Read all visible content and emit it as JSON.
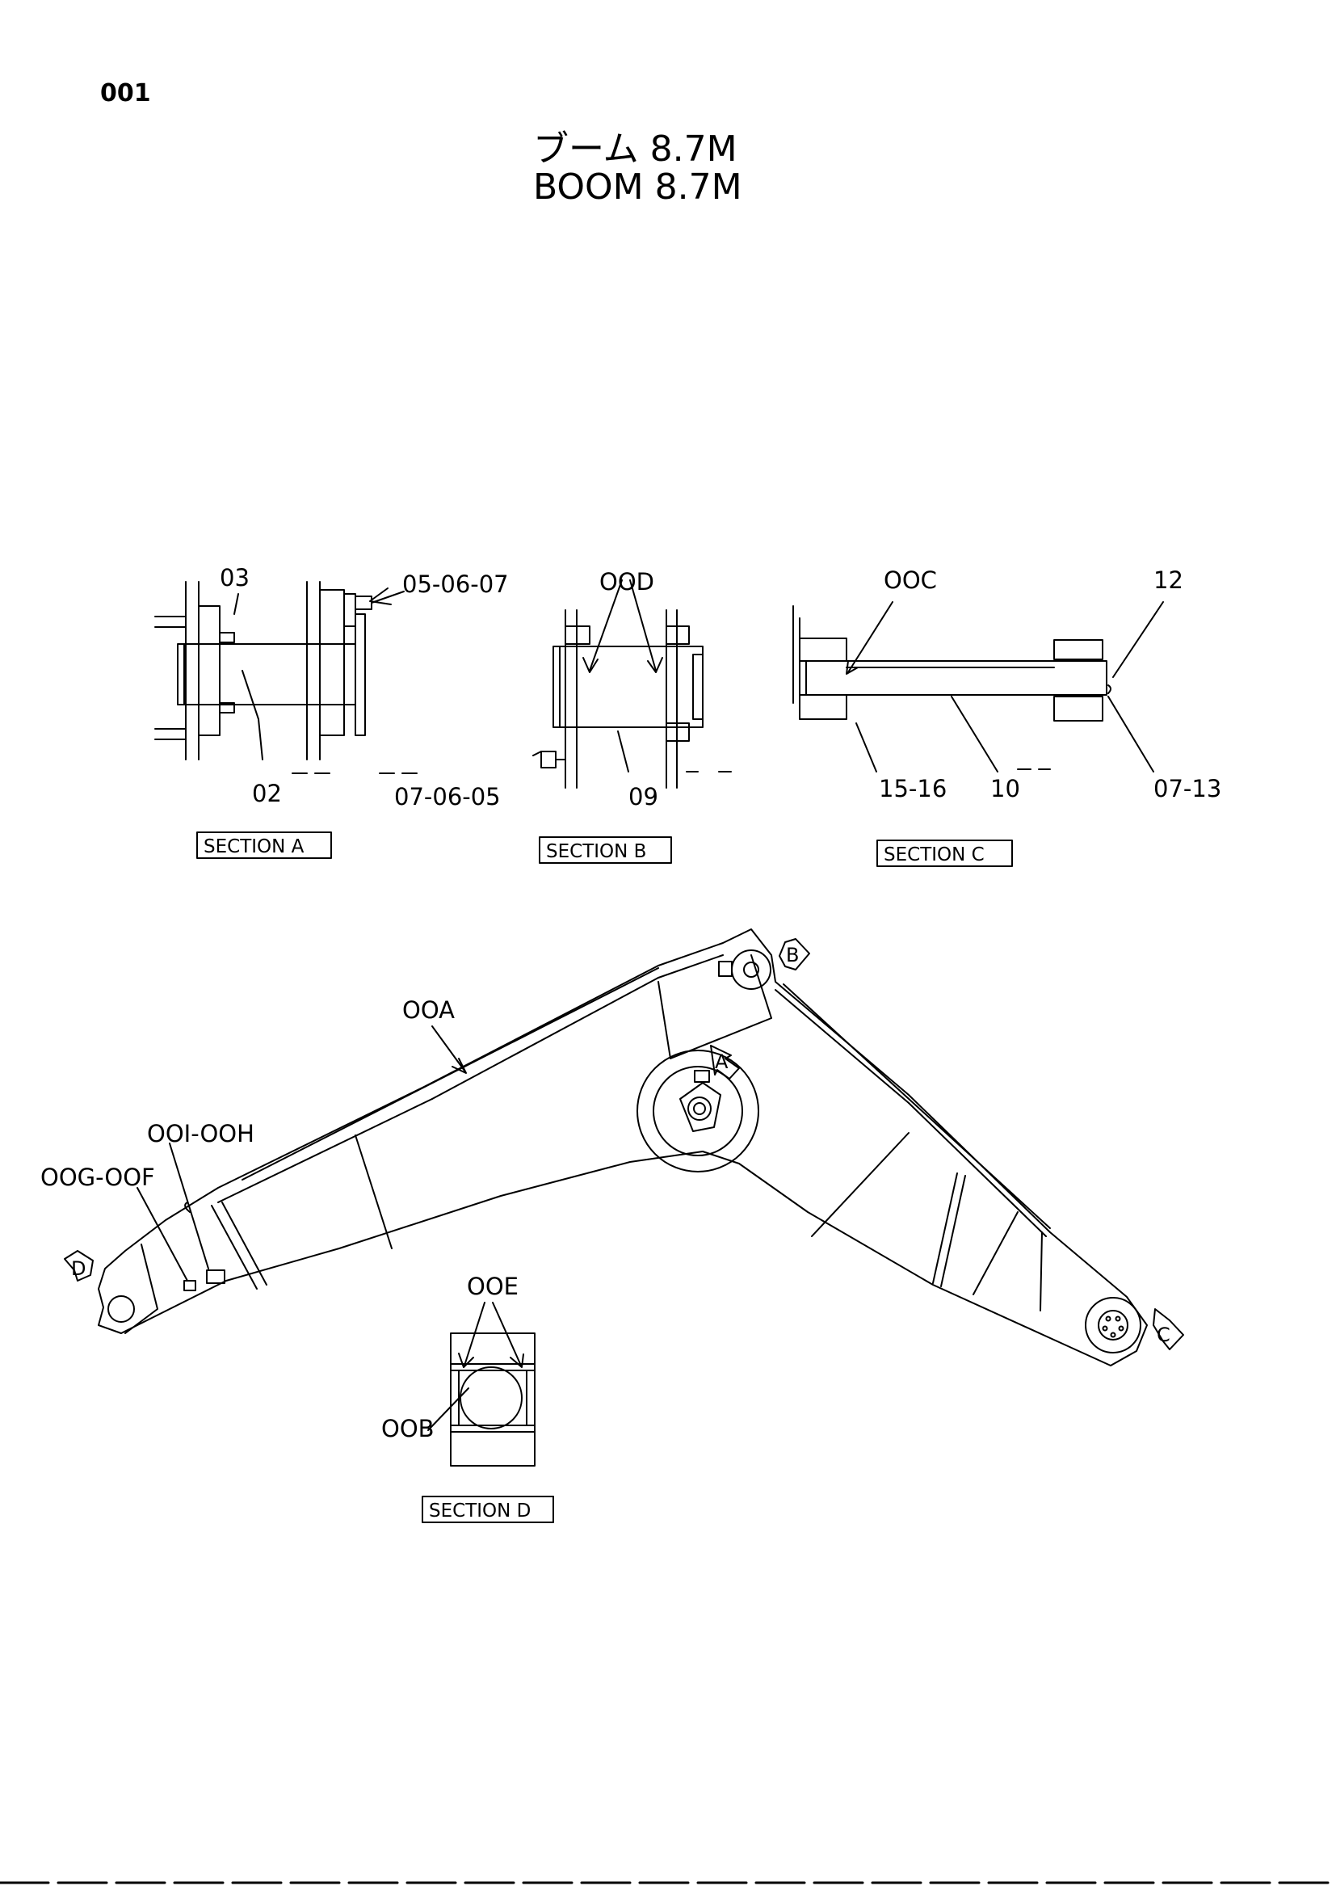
{
  "page_number": "001",
  "title_jp": "ブーム 8.7M",
  "title_en": "BOOM 8.7M",
  "section_a": {
    "caption": "SECTION A",
    "labels": {
      "l03": "03",
      "l050607": "05-06-07",
      "l02": "02",
      "l070605": "07-06-05"
    }
  },
  "section_b": {
    "caption": "SECTION B",
    "labels": {
      "l00d": "OOD",
      "l09": "09"
    }
  },
  "section_c": {
    "caption": "SECTION C",
    "labels": {
      "l00c": "OOC",
      "l12": "12",
      "l1516": "15-16",
      "l10": "10",
      "l0713": "07-13"
    }
  },
  "section_d": {
    "caption": "SECTION D",
    "labels": {
      "l00e": "OOE",
      "l00b": "OOB"
    }
  },
  "boom": {
    "labels": {
      "l00a": "OOA",
      "l00i00h": "OOI-OOH",
      "l00g00f": "OOG-OOF"
    },
    "view_arrows": {
      "a": "A",
      "b": "B",
      "c": "C",
      "d": "D"
    }
  }
}
